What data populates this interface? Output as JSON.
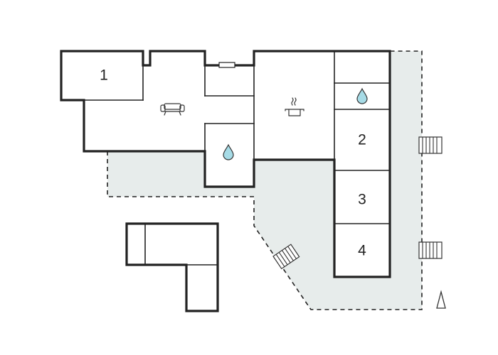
{
  "floorplan": {
    "room_labels": {
      "room_1": "1",
      "room_2": "2",
      "room_3": "3",
      "room_4": "4"
    },
    "icons": {
      "living_room": "sofa-icon",
      "kitchen": "cooking-pot-icon",
      "bathroom": "water-drop-icon",
      "terrace_steps": "stairs-icon",
      "north_marker": "north-arrow-icon"
    },
    "colors": {
      "wall": "#222222",
      "terrace_fill": "#e7eceb",
      "water_drop": "#a6dbe6",
      "background": "#ffffff"
    }
  }
}
